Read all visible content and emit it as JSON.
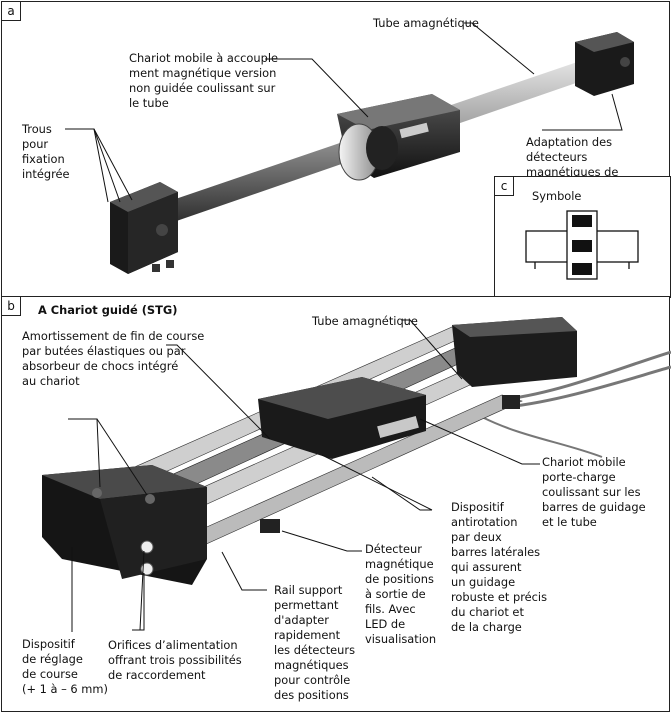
{
  "panel_a": {
    "tag": "a",
    "labels": {
      "tube": "Tube amagnétique",
      "chariot": "Chariot mobile à accouple-\nment magnétique version\nnon guidée coulissant sur\nle tube",
      "trous": "Trous\npour\nfixation\nintégrée",
      "adaptation": "Adaptation des détecteurs\nmagnétiques de positions"
    }
  },
  "panel_c": {
    "tag": "c",
    "title": "Symbole"
  },
  "panel_b": {
    "tag": "b",
    "title": "A Chariot guidé (STG)",
    "labels": {
      "amortissement": "Amortissement de fin de course\npar butées élastiques ou par\nabsorbeur de chocs intégré\nau chariot",
      "tube": "Tube amagnétique",
      "chariot": "Chariot mobile\nporte-charge\ncoulissant sur les\nbarres de guidage\net le tube",
      "antirotation": "Dispositif\nantirotation\npar deux\nbarres latérales\nqui assurent\nun guidage\nrobuste et précis\ndu chariot et\nde la charge",
      "detecteur": "Détecteur\nmagnétique\nde positions\nà sortie de\nfils. Avec\nLED de\nvisualisation",
      "rail": "Rail support\npermettant\nd'adapter\nrapidement\nles détecteurs\nmagnétiques\npour contrôle\ndes positions",
      "orifices": "Orifices d’alimentation\noffrant trois possibilités\nde raccordement",
      "reglage": "Dispositif\nde réglage\nde course\n(+ 1 à – 6 mm)"
    }
  }
}
